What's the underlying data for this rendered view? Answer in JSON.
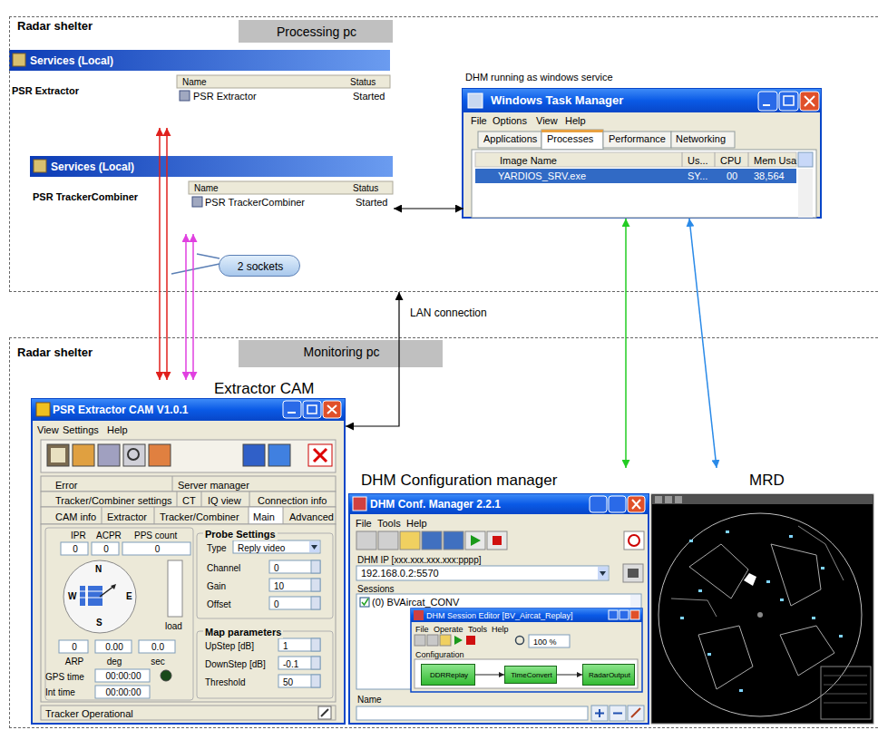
{
  "diagram": {
    "nodes": [
      {
        "text": [
          "Radar shelter",
          "Processing pc"
        ]
      },
      {
        "text": [
          "Services (Local)",
          "PSR Extractor",
          "Name",
          "Status",
          "PSR Extractor",
          "Started"
        ],
        "in": 0
      },
      {
        "text": [
          "Services (Local)",
          "PSR TrackerCombiner",
          "Name",
          "Status",
          "PSR TrackerCombiner",
          "Started"
        ],
        "in": 0
      },
      {
        "text": [
          "DHM running as windows service",
          "Windows Task Manager",
          "File",
          "Options",
          "View",
          "Help",
          "Applications",
          "Processes",
          "Performance",
          "Networking",
          "Image Name",
          "Us...",
          "CPU",
          "Mem Usa",
          "YARDIOS_SRV.exe",
          "SY...",
          "00",
          "38,564"
        ],
        "in": 0
      },
      {
        "text": [
          "2 sockets"
        ],
        "in": 0
      },
      {
        "text": [
          "Radar shelter",
          "Monitoring pc"
        ]
      },
      {
        "text": [
          "Extractor CAM",
          "PSR Extractor CAM V1.0.1",
          "View",
          "Settings",
          "Help",
          "Error",
          "Server manager",
          "Tracker/Combiner settings",
          "CT",
          "IQ view",
          "Connection info",
          "CAM info",
          "Extractor",
          "Tracker/Combiner",
          "Main",
          "Advanced",
          "IPR",
          "ACPR",
          "PPS count",
          "0",
          "0",
          "0",
          "N",
          "W",
          "E",
          "S",
          "load",
          "0",
          "0.00",
          "0.0",
          "ARP",
          "deg",
          "sec",
          "GPS time",
          "00:00:00",
          "Int time",
          "00:00:00",
          "Probe Settings",
          "Type",
          "Reply video",
          "Channel",
          "0",
          "Gain",
          "10",
          "Offset",
          "0",
          "Map parameters",
          "UpStep [dB]",
          "1",
          "DownStep [dB]",
          "-0.1",
          "Threshold",
          "50",
          "Tracker Operational"
        ],
        "in": 5
      },
      {
        "text": [
          "DHM Configuration manager",
          "DHM Conf. Manager 2.2.1",
          "File",
          "Tools",
          "Help",
          "DHM IP [xxx.xxx.xxx.xxx:pppp]",
          "192.168.0.2:5570",
          "Sessions",
          "(0) BVAircat_CONV",
          "Name"
        ],
        "in": 5
      },
      {
        "text": [
          "DHM Session Editor [BV_Aircat_Replay]",
          "File",
          "Operate",
          "Tools",
          "Help",
          "100 %",
          "Configuration"
        ],
        "in": 7
      },
      {
        "text": [
          "DDRReplay"
        ],
        "in": 8
      },
      {
        "text": [
          "TimeConvert"
        ],
        "in": 8
      },
      {
        "text": [
          "RadarOutput"
        ],
        "in": 8
      },
      {
        "text": [
          "MRD"
        ],
        "in": 5
      }
    ],
    "edges": [
      {
        "from": 1,
        "to": 6,
        "arrow": "both"
      },
      {
        "from": 1,
        "to": 6,
        "arrow": "both"
      },
      {
        "from": 2,
        "to": 6,
        "arrow": "both"
      },
      {
        "from": 2,
        "to": 6,
        "arrow": "both"
      },
      {
        "from": 2,
        "to": 3,
        "arrow": "both"
      },
      {
        "from": 6,
        "to": 0,
        "label": "LAN connection",
        "arrow": "both"
      },
      {
        "from": 3,
        "to": 7,
        "arrow": "both"
      },
      {
        "from": 3,
        "to": 12,
        "arrow": "both"
      },
      {
        "from": 9,
        "to": 10,
        "arrow": "to"
      },
      {
        "from": 10,
        "to": 11,
        "arrow": "to"
      }
    ]
  }
}
